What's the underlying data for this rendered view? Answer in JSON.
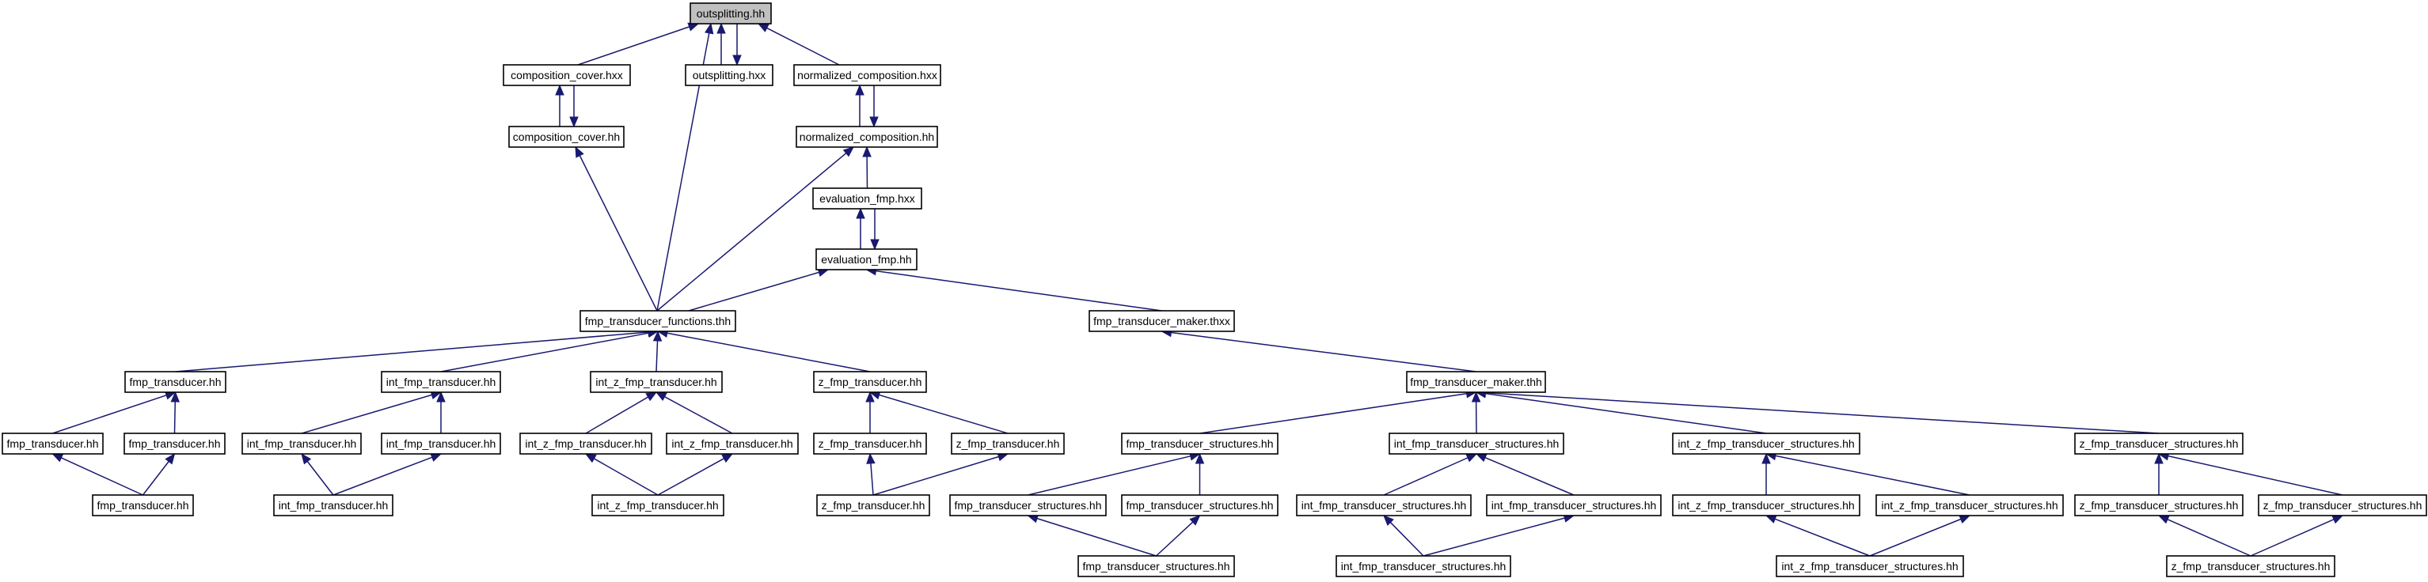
{
  "nodes": [
    {
      "id": "n_outsplitting_hh",
      "label": "outsplitting.hh",
      "root": true
    },
    {
      "id": "n_composition_cover_hxx",
      "label": "composition_cover.hxx"
    },
    {
      "id": "n_outsplitting_hxx",
      "label": "outsplitting.hxx"
    },
    {
      "id": "n_normalized_composition_hxx",
      "label": "normalized_composition.hxx"
    },
    {
      "id": "n_composition_cover_hh",
      "label": "composition_cover.hh"
    },
    {
      "id": "n_normalized_composition_hh",
      "label": "normalized_composition.hh"
    },
    {
      "id": "n_evaluation_fmp_hxx",
      "label": "evaluation_fmp.hxx"
    },
    {
      "id": "n_evaluation_fmp_hh",
      "label": "evaluation_fmp.hh"
    },
    {
      "id": "n_fmp_transducer_functions_thh",
      "label": "fmp_transducer_functions.thh"
    },
    {
      "id": "n_fmp_transducer_maker_thxx",
      "label": "fmp_transducer_maker.thxx"
    },
    {
      "id": "n_fmp_transducer_hh_1",
      "label": "fmp_transducer.hh"
    },
    {
      "id": "n_int_fmp_transducer_hh_1",
      "label": "int_fmp_transducer.hh"
    },
    {
      "id": "n_int_z_fmp_transducer_hh_1",
      "label": "int_z_fmp_transducer.hh"
    },
    {
      "id": "n_z_fmp_transducer_hh_1",
      "label": "z_fmp_transducer.hh"
    },
    {
      "id": "n_fmp_transducer_maker_thh",
      "label": "fmp_transducer_maker.thh"
    },
    {
      "id": "n_fmp_transducer_hh_2",
      "label": "fmp_transducer.hh"
    },
    {
      "id": "n_fmp_transducer_hh_3",
      "label": "fmp_transducer.hh"
    },
    {
      "id": "n_int_fmp_transducer_hh_2",
      "label": "int_fmp_transducer.hh"
    },
    {
      "id": "n_int_fmp_transducer_hh_3",
      "label": "int_fmp_transducer.hh"
    },
    {
      "id": "n_int_z_fmp_transducer_hh_2",
      "label": "int_z_fmp_transducer.hh"
    },
    {
      "id": "n_int_z_fmp_transducer_hh_3",
      "label": "int_z_fmp_transducer.hh"
    },
    {
      "id": "n_z_fmp_transducer_hh_2",
      "label": "z_fmp_transducer.hh"
    },
    {
      "id": "n_z_fmp_transducer_hh_3",
      "label": "z_fmp_transducer.hh"
    },
    {
      "id": "n_fmp_transducer_structures_hh_1",
      "label": "fmp_transducer_structures.hh"
    },
    {
      "id": "n_int_fmp_transducer_structures_hh_1",
      "label": "int_fmp_transducer_structures.hh"
    },
    {
      "id": "n_int_z_fmp_transducer_structures_hh_1",
      "label": "int_z_fmp_transducer_structures.hh"
    },
    {
      "id": "n_z_fmp_transducer_structures_hh_1",
      "label": "z_fmp_transducer_structures.hh"
    },
    {
      "id": "n_fmp_transducer_hh_4",
      "label": "fmp_transducer.hh"
    },
    {
      "id": "n_int_fmp_transducer_hh_4",
      "label": "int_fmp_transducer.hh"
    },
    {
      "id": "n_int_z_fmp_transducer_hh_4",
      "label": "int_z_fmp_transducer.hh"
    },
    {
      "id": "n_z_fmp_transducer_hh_4",
      "label": "z_fmp_transducer.hh"
    },
    {
      "id": "n_fmp_transducer_structures_hh_2",
      "label": "fmp_transducer_structures.hh"
    },
    {
      "id": "n_fmp_transducer_structures_hh_3",
      "label": "fmp_transducer_structures.hh"
    },
    {
      "id": "n_int_fmp_transducer_structures_hh_2",
      "label": "int_fmp_transducer_structures.hh"
    },
    {
      "id": "n_int_fmp_transducer_structures_hh_3",
      "label": "int_fmp_transducer_structures.hh"
    },
    {
      "id": "n_int_z_fmp_transducer_structures_hh_2",
      "label": "int_z_fmp_transducer_structures.hh"
    },
    {
      "id": "n_int_z_fmp_transducer_structures_hh_3",
      "label": "int_z_fmp_transducer_structures.hh"
    },
    {
      "id": "n_z_fmp_transducer_structures_hh_2",
      "label": "z_fmp_transducer_structures.hh"
    },
    {
      "id": "n_z_fmp_transducer_structures_hh_3",
      "label": "z_fmp_transducer_structures.hh"
    },
    {
      "id": "n_fmp_transducer_structures_hh_4",
      "label": "fmp_transducer_structures.hh"
    },
    {
      "id": "n_int_fmp_transducer_structures_hh_4",
      "label": "int_fmp_transducer_structures.hh"
    },
    {
      "id": "n_int_z_fmp_transducer_structures_hh_4",
      "label": "int_z_fmp_transducer_structures.hh"
    },
    {
      "id": "n_z_fmp_transducer_structures_hh_4",
      "label": "z_fmp_transducer_structures.hh"
    }
  ],
  "edges": [
    {
      "from": "n_composition_cover_hxx",
      "to": "n_outsplitting_hh"
    },
    {
      "from": "n_outsplitting_hxx",
      "to": "n_outsplitting_hh"
    },
    {
      "from": "n_outsplitting_hh",
      "to": "n_outsplitting_hxx"
    },
    {
      "from": "n_normalized_composition_hxx",
      "to": "n_outsplitting_hh"
    },
    {
      "from": "n_fmp_transducer_functions_thh",
      "to": "n_outsplitting_hh"
    },
    {
      "from": "n_composition_cover_hh",
      "to": "n_composition_cover_hxx"
    },
    {
      "from": "n_composition_cover_hxx",
      "to": "n_composition_cover_hh"
    },
    {
      "from": "n_normalized_composition_hh",
      "to": "n_normalized_composition_hxx"
    },
    {
      "from": "n_normalized_composition_hxx",
      "to": "n_normalized_composition_hh"
    },
    {
      "from": "n_fmp_transducer_functions_thh",
      "to": "n_composition_cover_hh"
    },
    {
      "from": "n_fmp_transducer_functions_thh",
      "to": "n_normalized_composition_hh"
    },
    {
      "from": "n_evaluation_fmp_hxx",
      "to": "n_normalized_composition_hh"
    },
    {
      "from": "n_evaluation_fmp_hh",
      "to": "n_evaluation_fmp_hxx"
    },
    {
      "from": "n_evaluation_fmp_hxx",
      "to": "n_evaluation_fmp_hh"
    },
    {
      "from": "n_fmp_transducer_functions_thh",
      "to": "n_evaluation_fmp_hh"
    },
    {
      "from": "n_fmp_transducer_maker_thxx",
      "to": "n_evaluation_fmp_hh"
    },
    {
      "from": "n_fmp_transducer_hh_1",
      "to": "n_fmp_transducer_functions_thh"
    },
    {
      "from": "n_int_fmp_transducer_hh_1",
      "to": "n_fmp_transducer_functions_thh"
    },
    {
      "from": "n_int_z_fmp_transducer_hh_1",
      "to": "n_fmp_transducer_functions_thh"
    },
    {
      "from": "n_z_fmp_transducer_hh_1",
      "to": "n_fmp_transducer_functions_thh"
    },
    {
      "from": "n_fmp_transducer_maker_thh",
      "to": "n_fmp_transducer_maker_thxx"
    },
    {
      "from": "n_fmp_transducer_hh_2",
      "to": "n_fmp_transducer_hh_1"
    },
    {
      "from": "n_fmp_transducer_hh_3",
      "to": "n_fmp_transducer_hh_1"
    },
    {
      "from": "n_int_fmp_transducer_hh_2",
      "to": "n_int_fmp_transducer_hh_1"
    },
    {
      "from": "n_int_fmp_transducer_hh_3",
      "to": "n_int_fmp_transducer_hh_1"
    },
    {
      "from": "n_int_z_fmp_transducer_hh_2",
      "to": "n_int_z_fmp_transducer_hh_1"
    },
    {
      "from": "n_int_z_fmp_transducer_hh_3",
      "to": "n_int_z_fmp_transducer_hh_1"
    },
    {
      "from": "n_z_fmp_transducer_hh_2",
      "to": "n_z_fmp_transducer_hh_1"
    },
    {
      "from": "n_z_fmp_transducer_hh_3",
      "to": "n_z_fmp_transducer_hh_1"
    },
    {
      "from": "n_fmp_transducer_structures_hh_1",
      "to": "n_fmp_transducer_maker_thh"
    },
    {
      "from": "n_int_fmp_transducer_structures_hh_1",
      "to": "n_fmp_transducer_maker_thh"
    },
    {
      "from": "n_int_z_fmp_transducer_structures_hh_1",
      "to": "n_fmp_transducer_maker_thh"
    },
    {
      "from": "n_z_fmp_transducer_structures_hh_1",
      "to": "n_fmp_transducer_maker_thh"
    },
    {
      "from": "n_fmp_transducer_hh_4",
      "to": "n_fmp_transducer_hh_2"
    },
    {
      "from": "n_fmp_transducer_hh_4",
      "to": "n_fmp_transducer_hh_3"
    },
    {
      "from": "n_int_fmp_transducer_hh_4",
      "to": "n_int_fmp_transducer_hh_2"
    },
    {
      "from": "n_int_fmp_transducer_hh_4",
      "to": "n_int_fmp_transducer_hh_3"
    },
    {
      "from": "n_int_z_fmp_transducer_hh_4",
      "to": "n_int_z_fmp_transducer_hh_2"
    },
    {
      "from": "n_int_z_fmp_transducer_hh_4",
      "to": "n_int_z_fmp_transducer_hh_3"
    },
    {
      "from": "n_z_fmp_transducer_hh_4",
      "to": "n_z_fmp_transducer_hh_2"
    },
    {
      "from": "n_z_fmp_transducer_hh_4",
      "to": "n_z_fmp_transducer_hh_3"
    },
    {
      "from": "n_fmp_transducer_structures_hh_2",
      "to": "n_fmp_transducer_structures_hh_1"
    },
    {
      "from": "n_fmp_transducer_structures_hh_3",
      "to": "n_fmp_transducer_structures_hh_1"
    },
    {
      "from": "n_int_fmp_transducer_structures_hh_2",
      "to": "n_int_fmp_transducer_structures_hh_1"
    },
    {
      "from": "n_int_fmp_transducer_structures_hh_3",
      "to": "n_int_fmp_transducer_structures_hh_1"
    },
    {
      "from": "n_int_z_fmp_transducer_structures_hh_2",
      "to": "n_int_z_fmp_transducer_structures_hh_1"
    },
    {
      "from": "n_int_z_fmp_transducer_structures_hh_3",
      "to": "n_int_z_fmp_transducer_structures_hh_1"
    },
    {
      "from": "n_z_fmp_transducer_structures_hh_2",
      "to": "n_z_fmp_transducer_structures_hh_1"
    },
    {
      "from": "n_z_fmp_transducer_structures_hh_3",
      "to": "n_z_fmp_transducer_structures_hh_1"
    },
    {
      "from": "n_fmp_transducer_structures_hh_4",
      "to": "n_fmp_transducer_structures_hh_2"
    },
    {
      "from": "n_fmp_transducer_structures_hh_4",
      "to": "n_fmp_transducer_structures_hh_3"
    },
    {
      "from": "n_int_fmp_transducer_structures_hh_4",
      "to": "n_int_fmp_transducer_structures_hh_2"
    },
    {
      "from": "n_int_fmp_transducer_structures_hh_4",
      "to": "n_int_fmp_transducer_structures_hh_3"
    },
    {
      "from": "n_int_z_fmp_transducer_structures_hh_4",
      "to": "n_int_z_fmp_transducer_structures_hh_2"
    },
    {
      "from": "n_int_z_fmp_transducer_structures_hh_4",
      "to": "n_int_z_fmp_transducer_structures_hh_3"
    },
    {
      "from": "n_z_fmp_transducer_structures_hh_4",
      "to": "n_z_fmp_transducer_structures_hh_2"
    },
    {
      "from": "n_z_fmp_transducer_structures_hh_4",
      "to": "n_z_fmp_transducer_structures_hh_3"
    }
  ],
  "colors": {
    "edge": "#191970",
    "root_fill": "#c0c0c0",
    "node_fill": "#ffffff",
    "node_border": "#000000"
  }
}
